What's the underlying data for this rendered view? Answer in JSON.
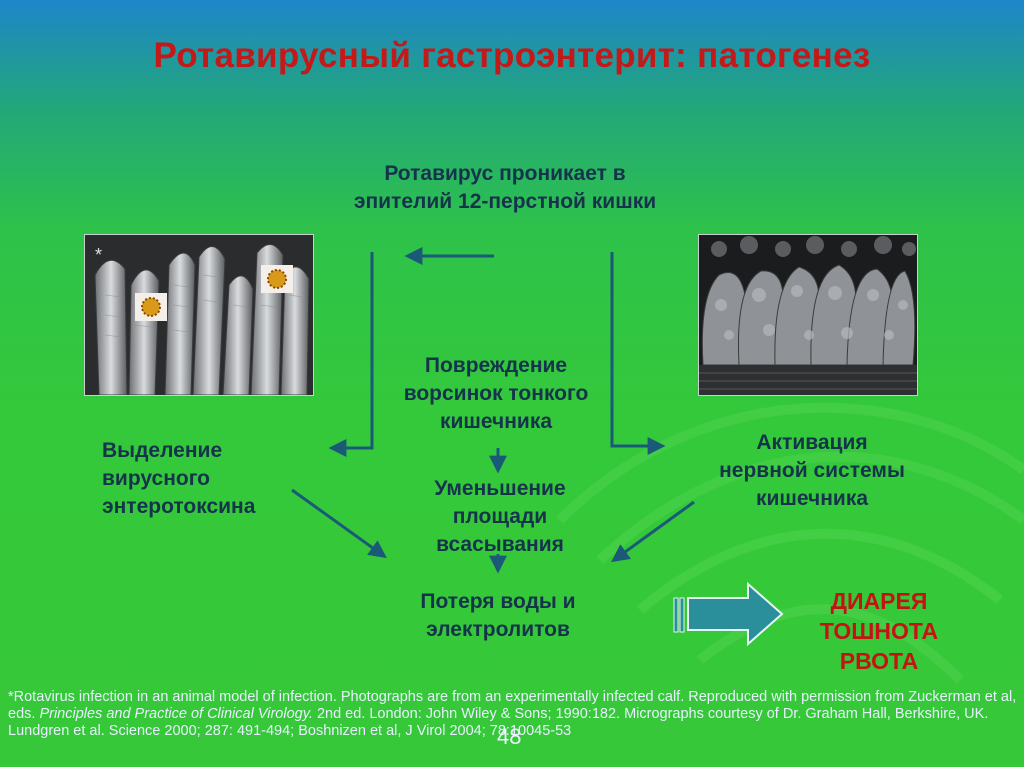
{
  "title": "Ротавирусный гастроэнтерит: патогенез",
  "nodes": {
    "top_line1": "Ротавирус проникает в",
    "top_line2": "эпителий 12-перстной кишки",
    "damage_line1": "Повреждение",
    "damage_line2": "ворсинок тонкого",
    "damage_line3": "кишечника",
    "toxin_line1": "Выделение",
    "toxin_line2": "вирусного",
    "toxin_line3": "энтеротоксина",
    "nervous_line1": "Активация",
    "nervous_line2": "нервной системы",
    "nervous_line3": "кишечника",
    "absorb_line1": "Уменьшение",
    "absorb_line2": "площади",
    "absorb_line3": "всасывания",
    "loss_line1": "Потеря воды и",
    "loss_line2": "электролитов"
  },
  "outcome": {
    "line1": "ДИАРЕЯ",
    "line2": "ТОШНОТА",
    "line3": "РВОТА"
  },
  "photo_left_marker": "*",
  "footnote": {
    "part1": "*Rotavirus infection in an animal model of infection. Photographs are from an experimentally infected calf. Reproduced with permission from Zuckerman et al, eds. ",
    "part2_italic": "Principles and Practice of Clinical Virology.",
    "part3": " 2nd ed. London: John Wiley & Sons; 1990:182. Micrographs courtesy of Dr. Graham Hall, Berkshire, UK. Lundgren et al. Science 2000; 287: 491-494; Boshnizen et al, J Virol 2004; 78:10045-53"
  },
  "slide_number": "48",
  "colors": {
    "title": "#c31919",
    "label": "#15344c",
    "arrow": "#1a5a78",
    "outcome": "#c51313",
    "big_arrow": "#2a8f9a"
  }
}
